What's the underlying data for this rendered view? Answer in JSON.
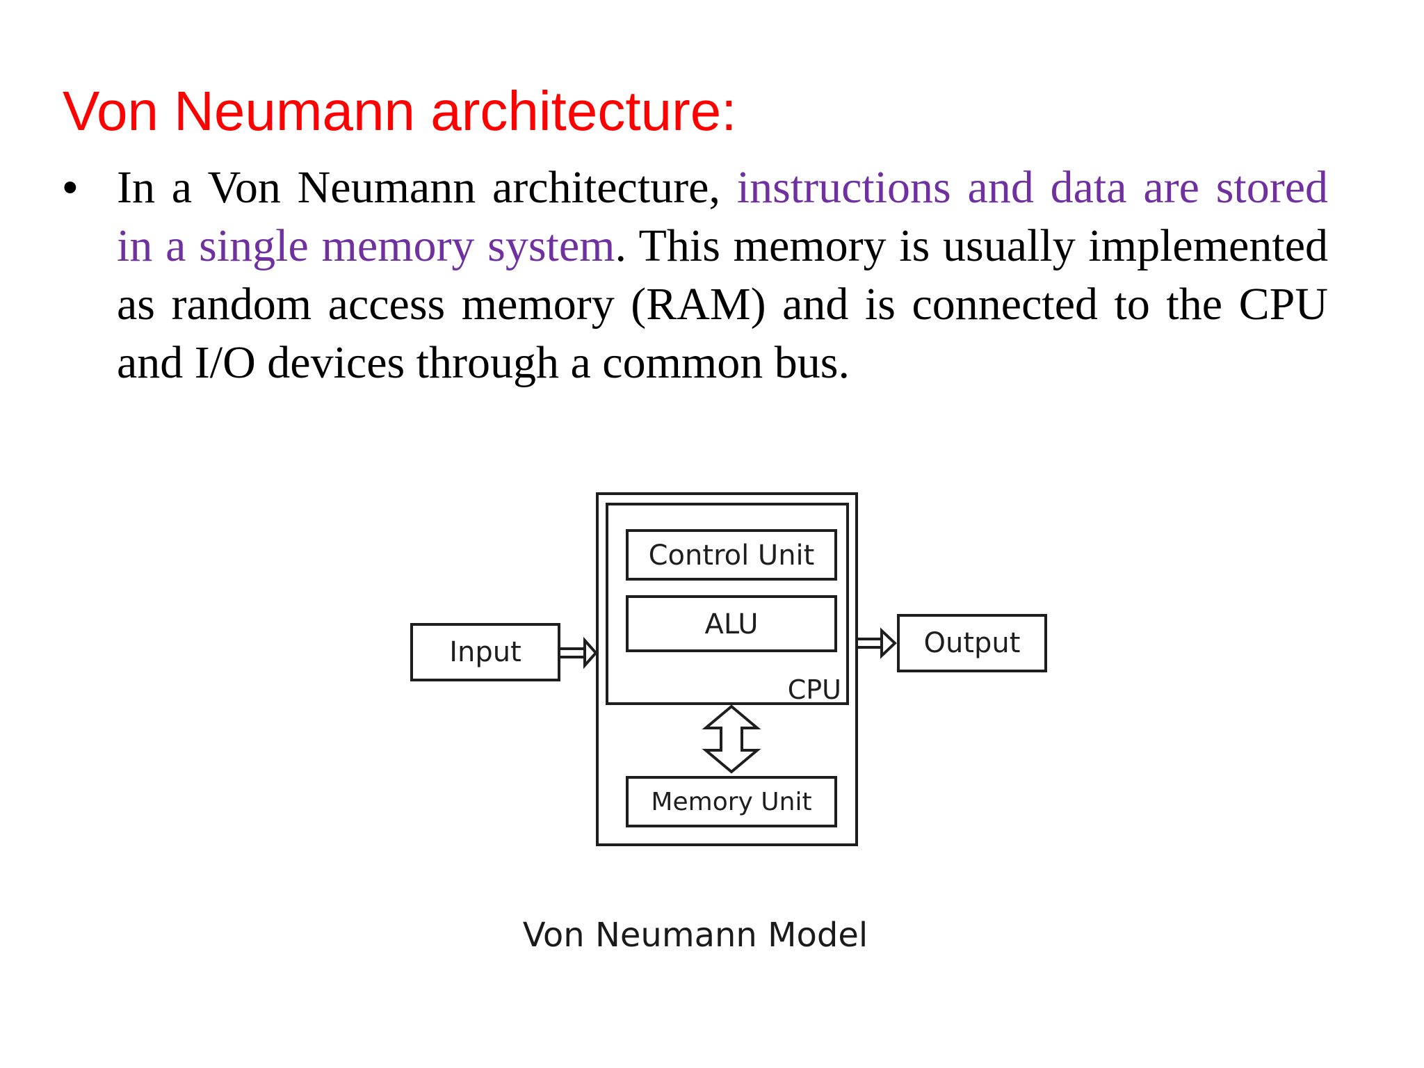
{
  "slide": {
    "title": "Von Neumann architecture:",
    "bullet": {
      "p1": "In a Von Neumann architecture, ",
      "highlight": "instructions and data are stored in a single memory system",
      "p2": ". This memory is usually implemented as random access memory (RAM) and is connected to the CPU and I/O devices through a common bus."
    },
    "colors": {
      "title": "#ff0000",
      "highlight": "#7030a0",
      "body": "#000000"
    }
  },
  "diagram": {
    "input_label": "Input",
    "output_label": "Output",
    "control_unit_label": "Control Unit",
    "alu_label": "ALU",
    "cpu_label": "CPU",
    "memory_unit_label": "Memory Unit",
    "caption": "Von Neumann Model"
  }
}
